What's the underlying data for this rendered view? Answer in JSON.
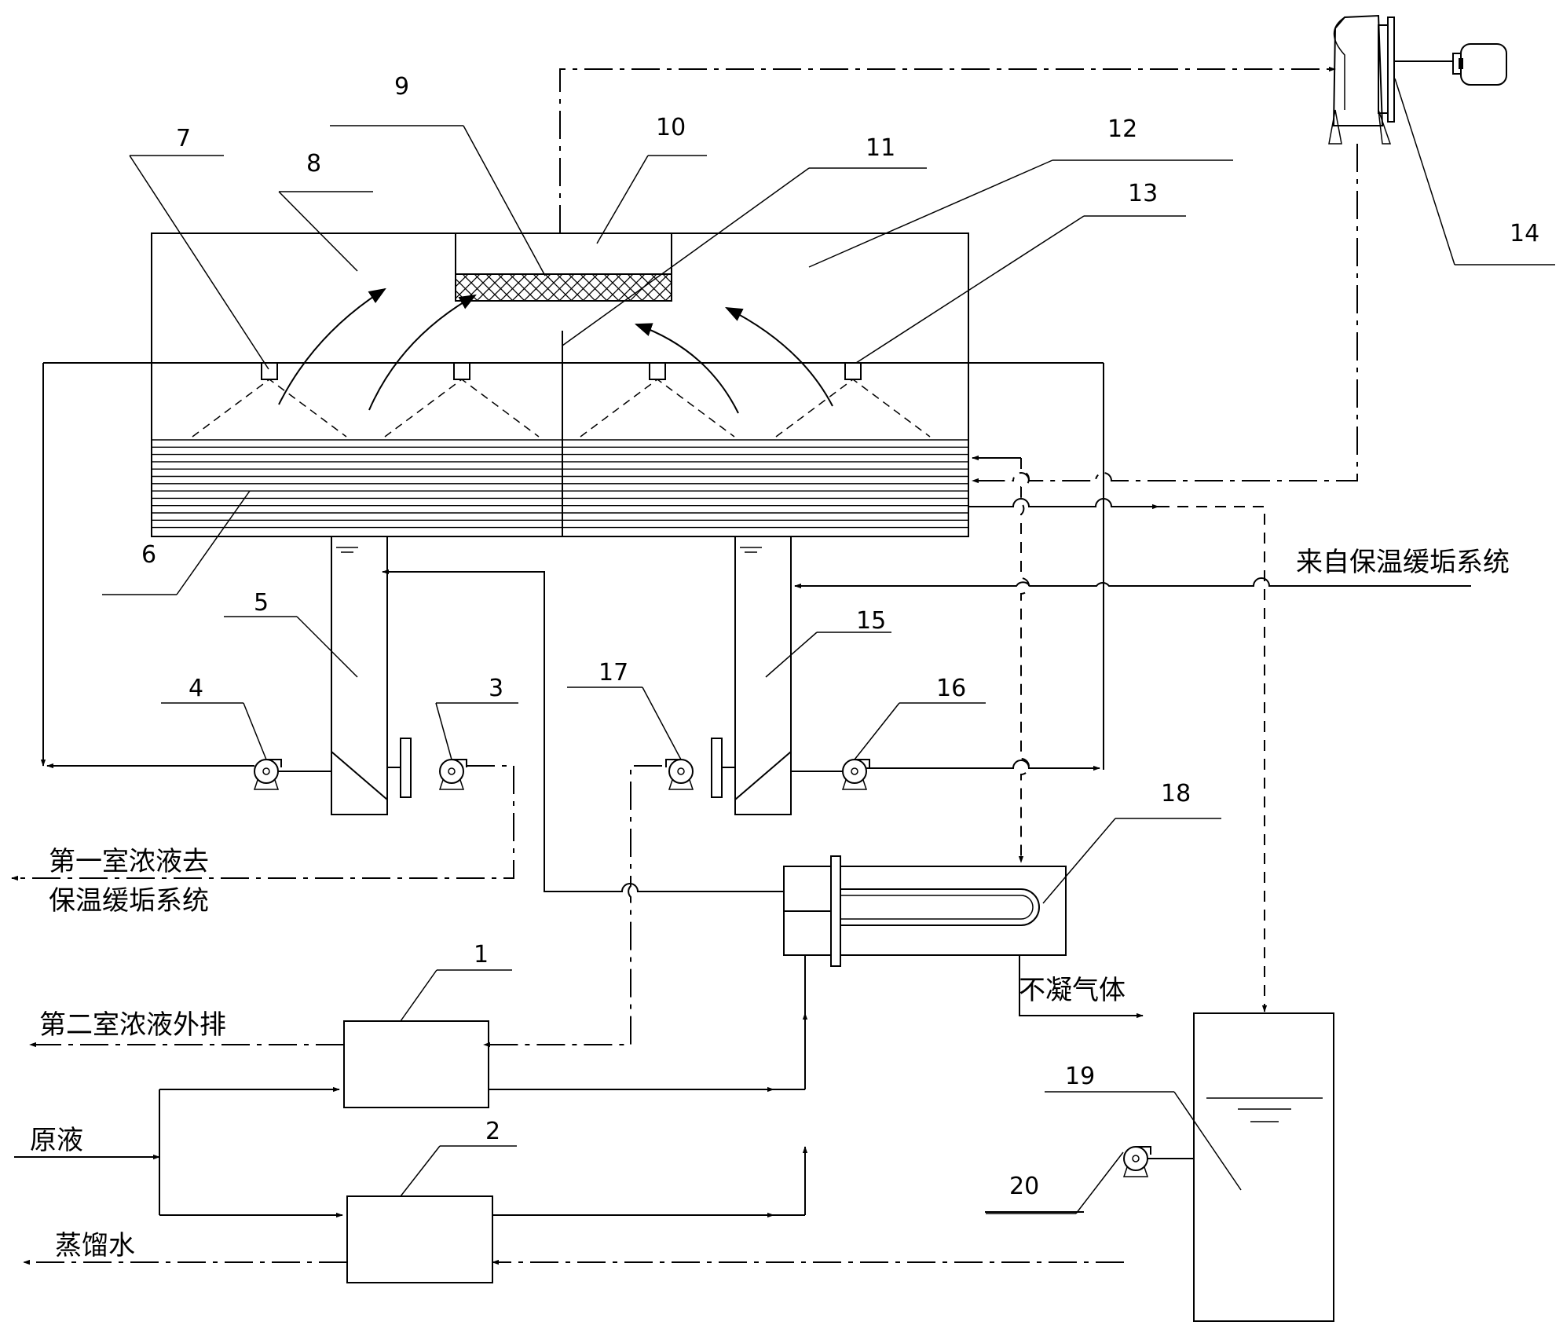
{
  "labels": {
    "n1": "1",
    "n2": "2",
    "n3": "3",
    "n4": "4",
    "n5": "5",
    "n6": "6",
    "n7": "7",
    "n8": "8",
    "n9": "9",
    "n10": "10",
    "n11": "11",
    "n12": "12",
    "n13": "13",
    "n14": "14",
    "n15": "15",
    "n16": "16",
    "n17": "17",
    "n18": "18",
    "n19": "19",
    "n20": "20"
  },
  "text": {
    "from_insulation": "来自保温缓垢系统",
    "chamber1_line1": "第一室浓液去",
    "chamber1_line2": "保温缓垢系统",
    "noncondensable": "不凝气体",
    "chamber2_discharge": "第二室浓液外排",
    "raw_liquid": "原液",
    "distilled_water": "蒸馏水"
  }
}
